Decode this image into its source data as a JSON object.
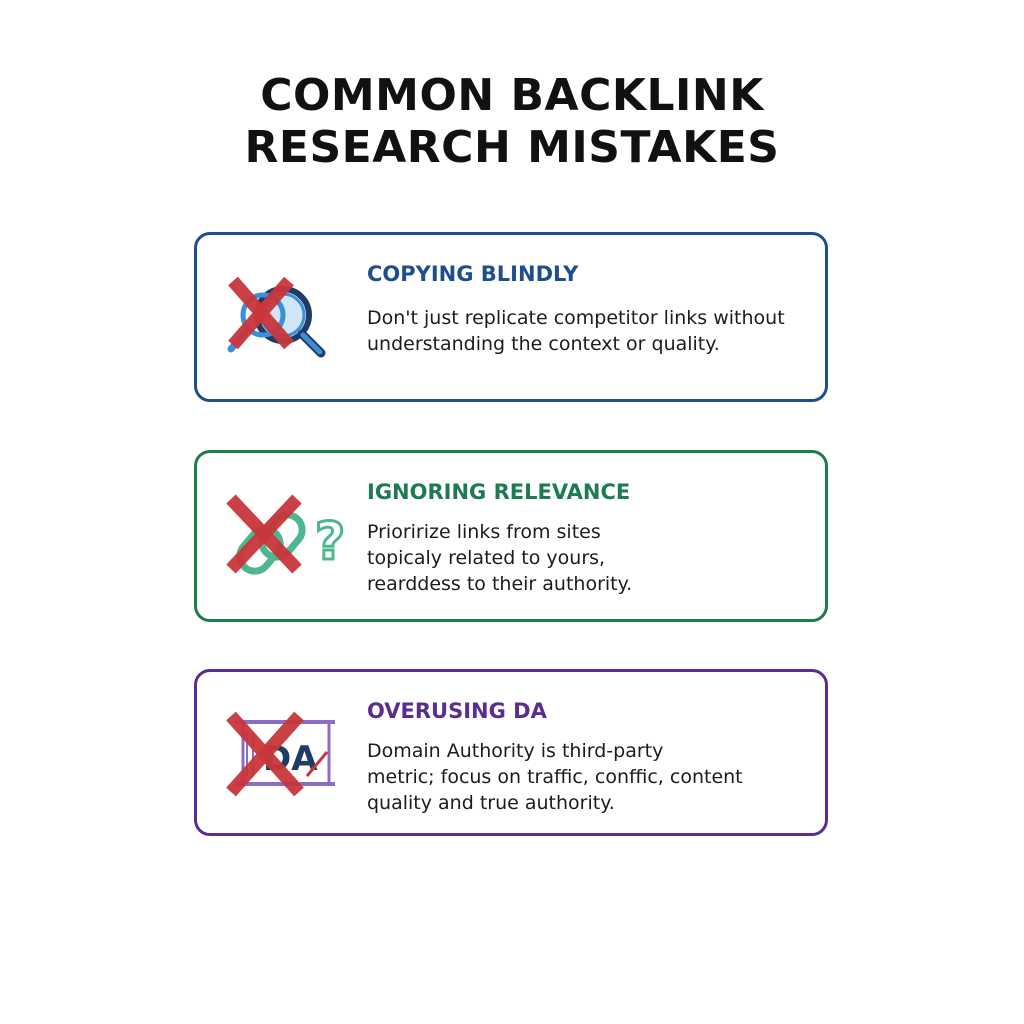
{
  "title": {
    "line1": "COMMON BACKLINK",
    "line2": "RESEARCH MISTAKES"
  },
  "cards": [
    {
      "title": "COPYING BLINDLY",
      "lines": [
        "Don't just replicate competitor links without",
        "understanding the context or quality."
      ],
      "icon": "magnifying-glass-icon",
      "color": "#1f4e8c",
      "icon_color": "#3a8fd6"
    },
    {
      "title": "IGNORING RELEVANCE",
      "lines": [
        "Prioririze links from sites",
        "topicaly related to yours,",
        "rearddess to their authority."
      ],
      "icon": "broken-link-question-icon",
      "color": "#1e7a4f",
      "icon_color": "#4fb78f"
    },
    {
      "title": "OVERUSING DA",
      "lines": [
        "Domain Authority is third-party",
        "metric; focus on traffic, conffic, content",
        "quality and true authority."
      ],
      "icon": "da-meter-icon",
      "icon_text": "DA",
      "color": "#5b2d8e",
      "icon_color": "#1f3c66"
    }
  ],
  "colors": {
    "cross": "#c9363b",
    "title": "#111111"
  }
}
